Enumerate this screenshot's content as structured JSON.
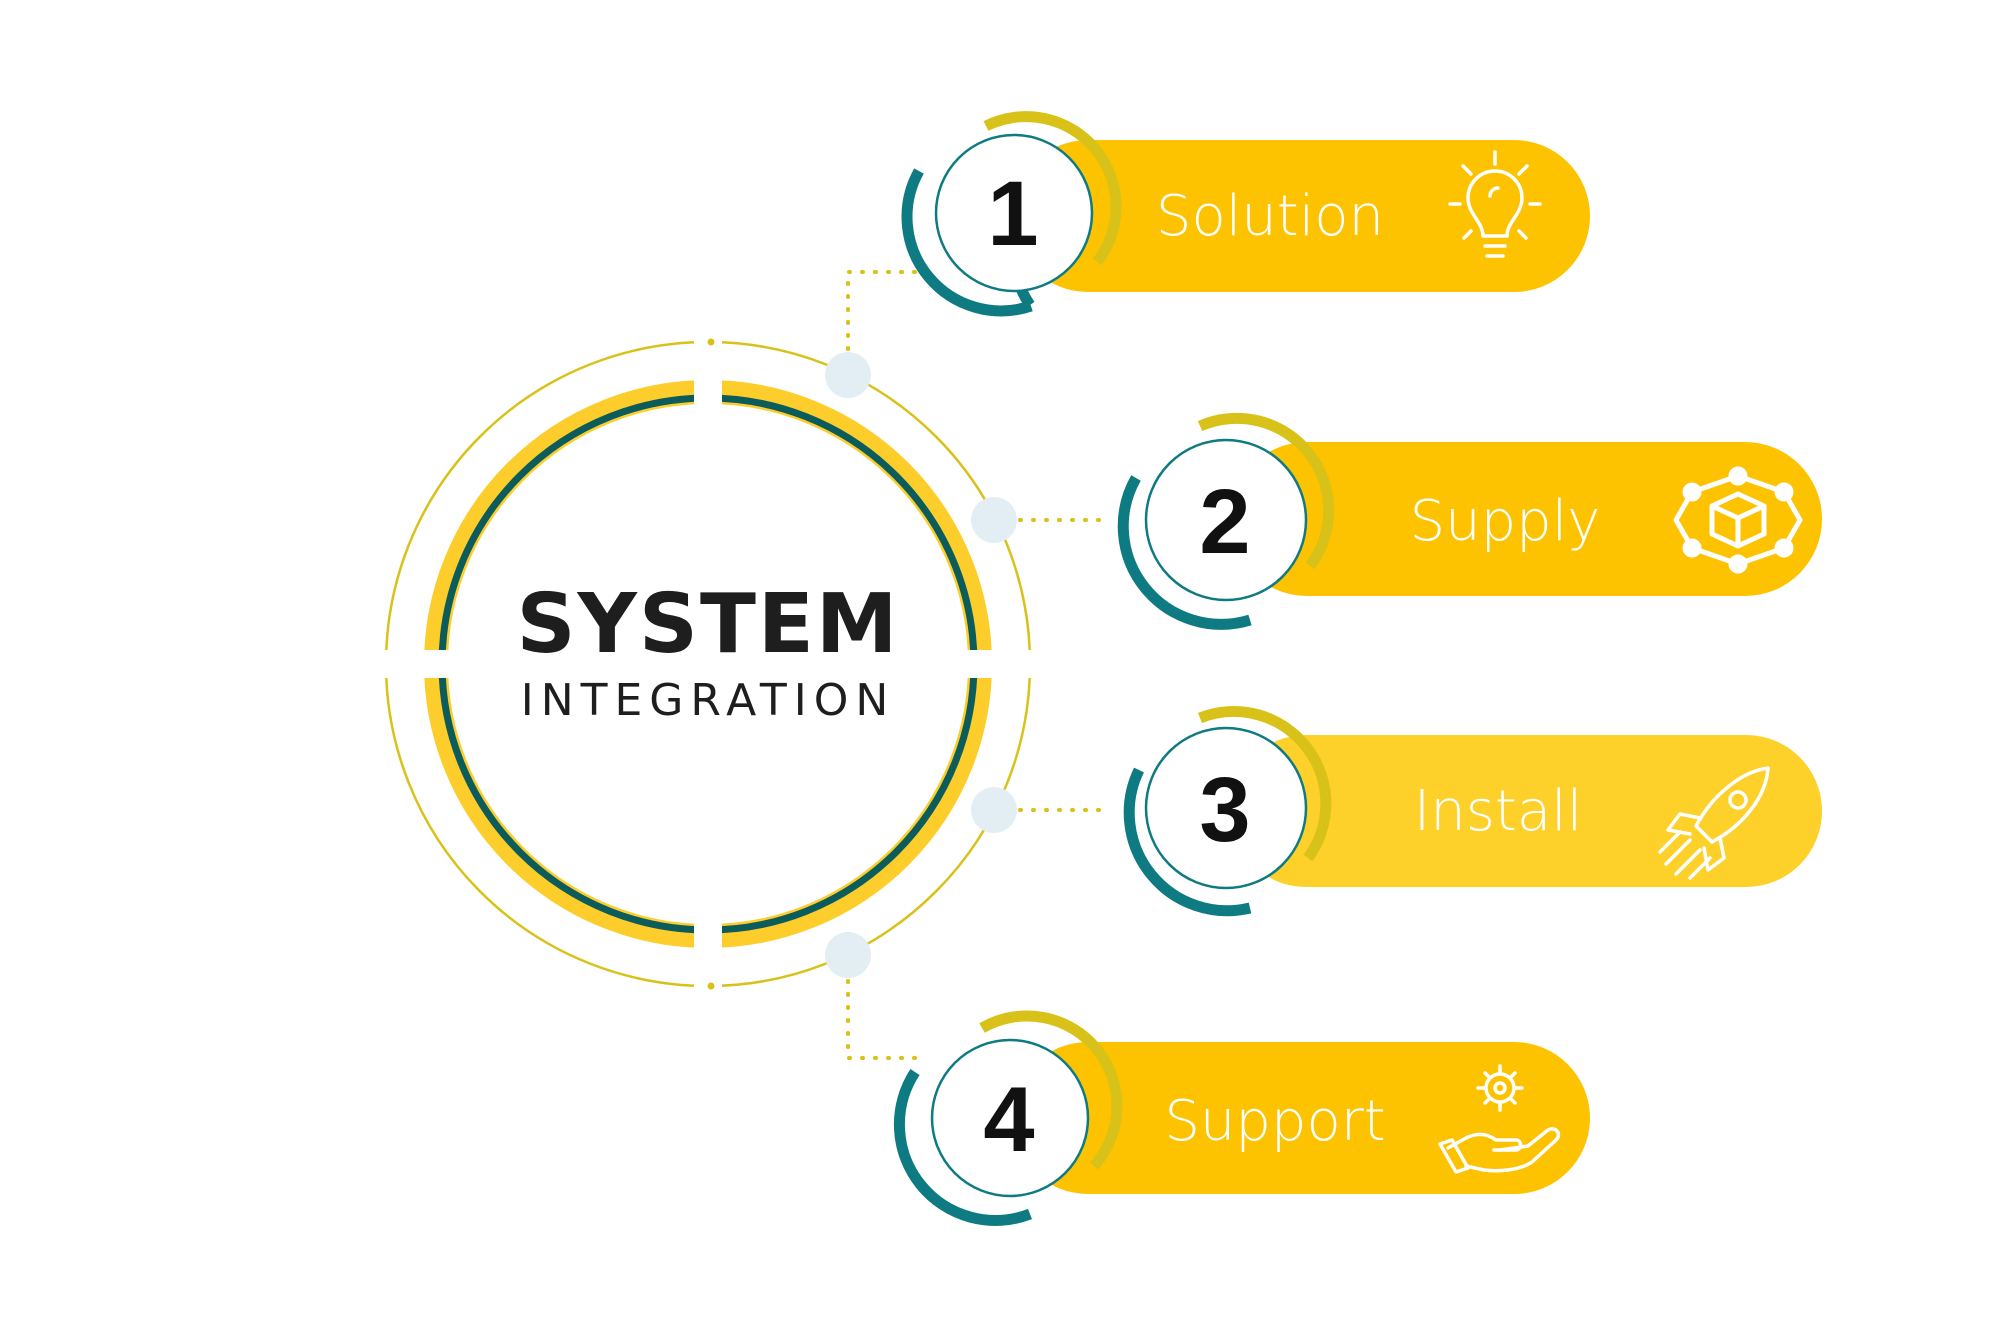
{
  "center": {
    "title": "SYSTEM",
    "subtitle": "INTEGRATION"
  },
  "steps": [
    {
      "number": "1",
      "label": "Solution",
      "icon": "lightbulb-icon"
    },
    {
      "number": "2",
      "label": "Supply",
      "icon": "cube-network-icon"
    },
    {
      "number": "3",
      "label": "Install",
      "icon": "rocket-icon"
    },
    {
      "number": "4",
      "label": "Support",
      "icon": "hand-gear-icon"
    }
  ],
  "colors": {
    "pill": "#FDC300",
    "pill_light": "#FDD02A",
    "ring_yellow": "#FDCE2B",
    "ring_thin": "#D8C21A",
    "teal": "#0E7A82",
    "dark_teal": "#0B5C5A",
    "node": "#E2EEF4",
    "text_dark": "#1E1E1E",
    "icon": "#FFFFFF"
  }
}
